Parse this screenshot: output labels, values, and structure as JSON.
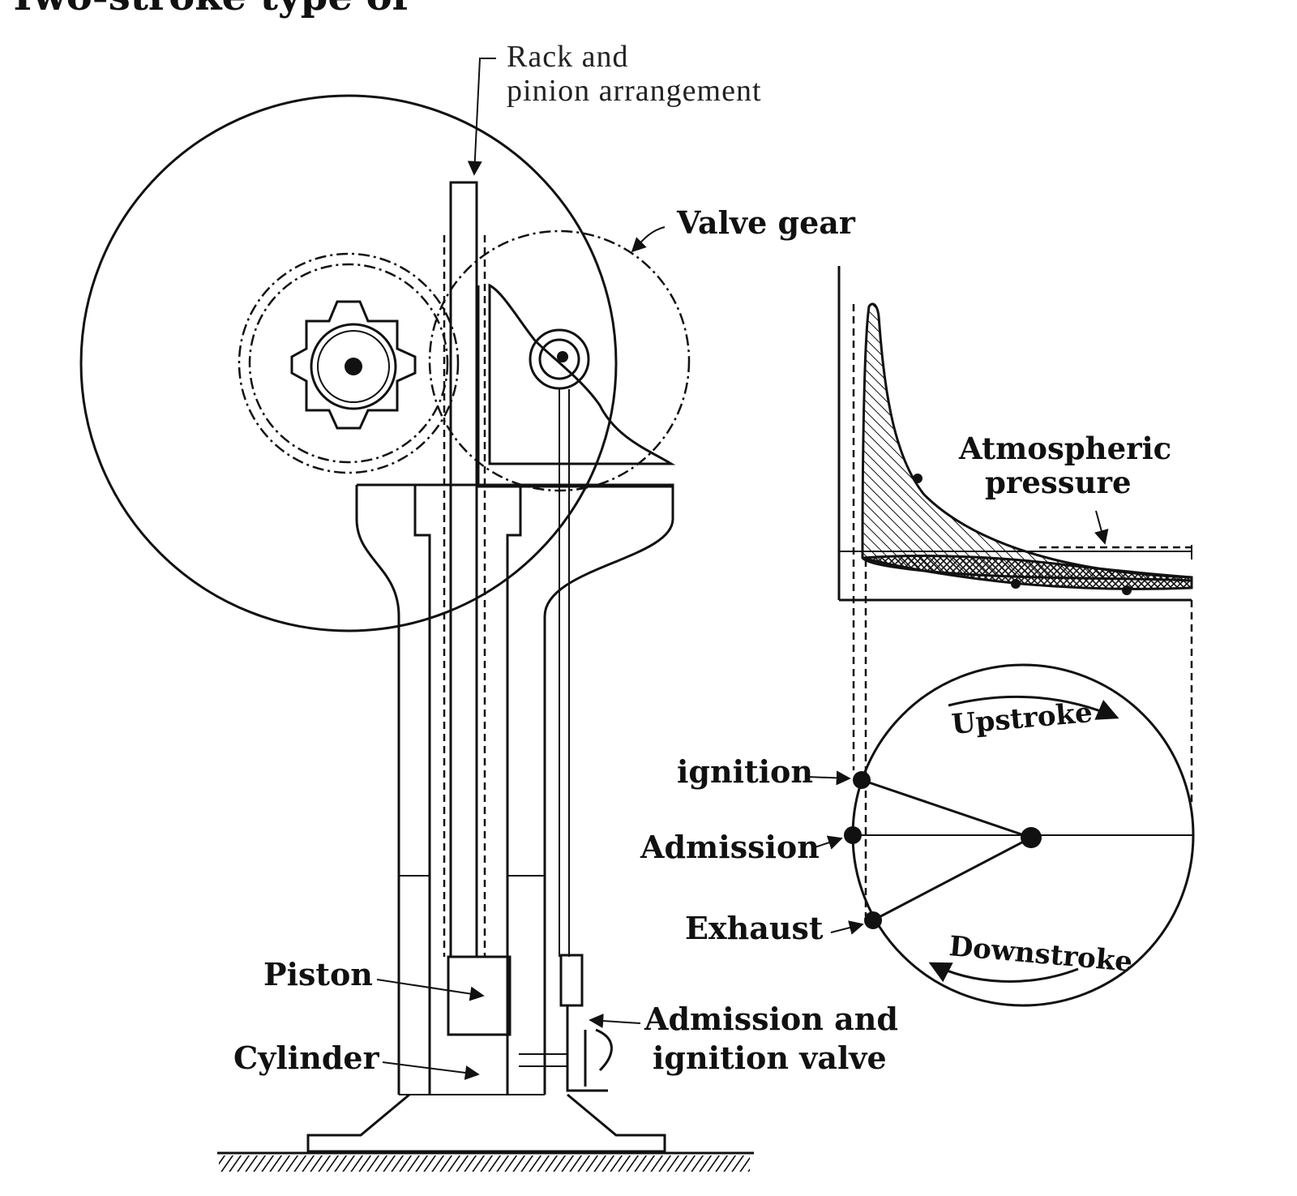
{
  "heading_fragment": "Two-stroke type of",
  "labels": {
    "rack_line1": "Rack and",
    "rack_line2": "pinion arrangement",
    "valve_gear": "Valve gear",
    "atmos_line1": "Atmospheric",
    "atmos_line2": "pressure",
    "upstroke": "Upstroke",
    "downstroke": "Downstroke",
    "ignition": "ignition",
    "admission": "Admission",
    "exhaust": "Exhaust",
    "piston": "Piston",
    "cylinder": "Cylinder",
    "valve_line1": "Admission and",
    "valve_line2": "ignition valve"
  },
  "colors": {
    "ink": "#111111",
    "paper": "#ffffff"
  }
}
